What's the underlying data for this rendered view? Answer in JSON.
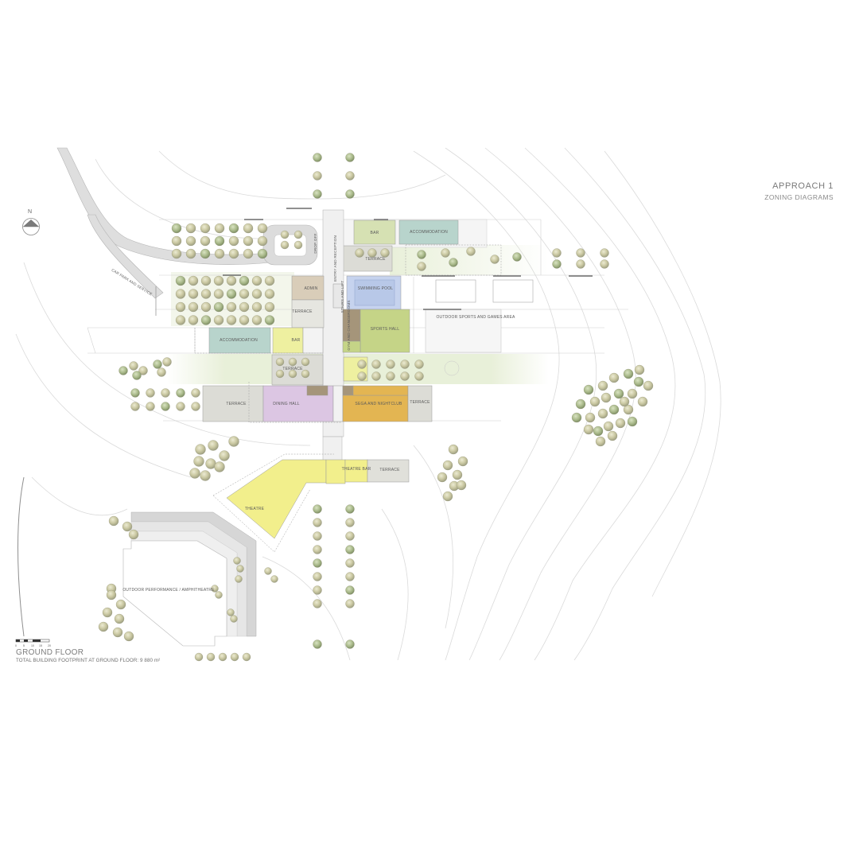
{
  "header": {
    "title": "APPROACH 1",
    "subtitle": "ZONING DIAGRAMS"
  },
  "footer": {
    "floor_title": "GROUND FLOOR",
    "footprint_text": "TOTAL BUILDING FOOTPRINT AT GROUND FLOOR:  9 880 m²"
  },
  "north_arrow": {
    "letter": "N",
    "icon": "north-arrow-icon"
  },
  "scale_bar": {
    "ticks": [
      "0",
      "5",
      "10",
      "15",
      "20"
    ]
  },
  "labels": {
    "bar_top": "BAR",
    "accommodation_top": "ACCOMMODATION",
    "drop_off": "DROP OFF",
    "entry_reception": "ENTRY AND RECEPTION",
    "terrace_top": "TERRACE",
    "admin": "ADMIN",
    "swimming_pool": "SWIMMING POOL",
    "stairs_lift": "STAIRS AND LIFT",
    "terrace_left": "TERRACE",
    "gym_changerooms": "GYM AND CHANGEROOMS",
    "sports_hall": "SPORTS HALL",
    "outdoor_sports": "OUTDOOR SPORTS AND GAMES AREA",
    "accommodation_mid": "ACCOMMODATION",
    "bar_mid": "BAR",
    "terrace_mid": "TERRACE",
    "terrace_west": "TERRACE",
    "dining_hall": "DINING HALL",
    "sega_nightclub": "SEGA AND NIGHTCLUB",
    "terrace_east": "TERRACE",
    "theatre_bar": "THEATRE BAR",
    "terrace_theatre": "TERRACE",
    "theatre": "THEATRE",
    "amphitheatre": "OUTDOOR PERFORMANCE / AMPHITHEATRE",
    "car_park": "CAR PARK AND SERVICE"
  },
  "colors": {
    "accommodation": "#b8d4cc",
    "bar": "#eef0a0",
    "terrace": "#dcdcd6",
    "admin": "#d9cdb9",
    "pool": "#c6d3ee",
    "sports": "#c5d487",
    "gym": "#a5957a",
    "dining": "#dcc6e3",
    "sega": "#e3b552",
    "theatre": "#f2ef8c",
    "green_band": "#e8efd9",
    "tree": "#c8c7a0",
    "road": "#dcdcdc",
    "contour": "#d8d8d8"
  }
}
